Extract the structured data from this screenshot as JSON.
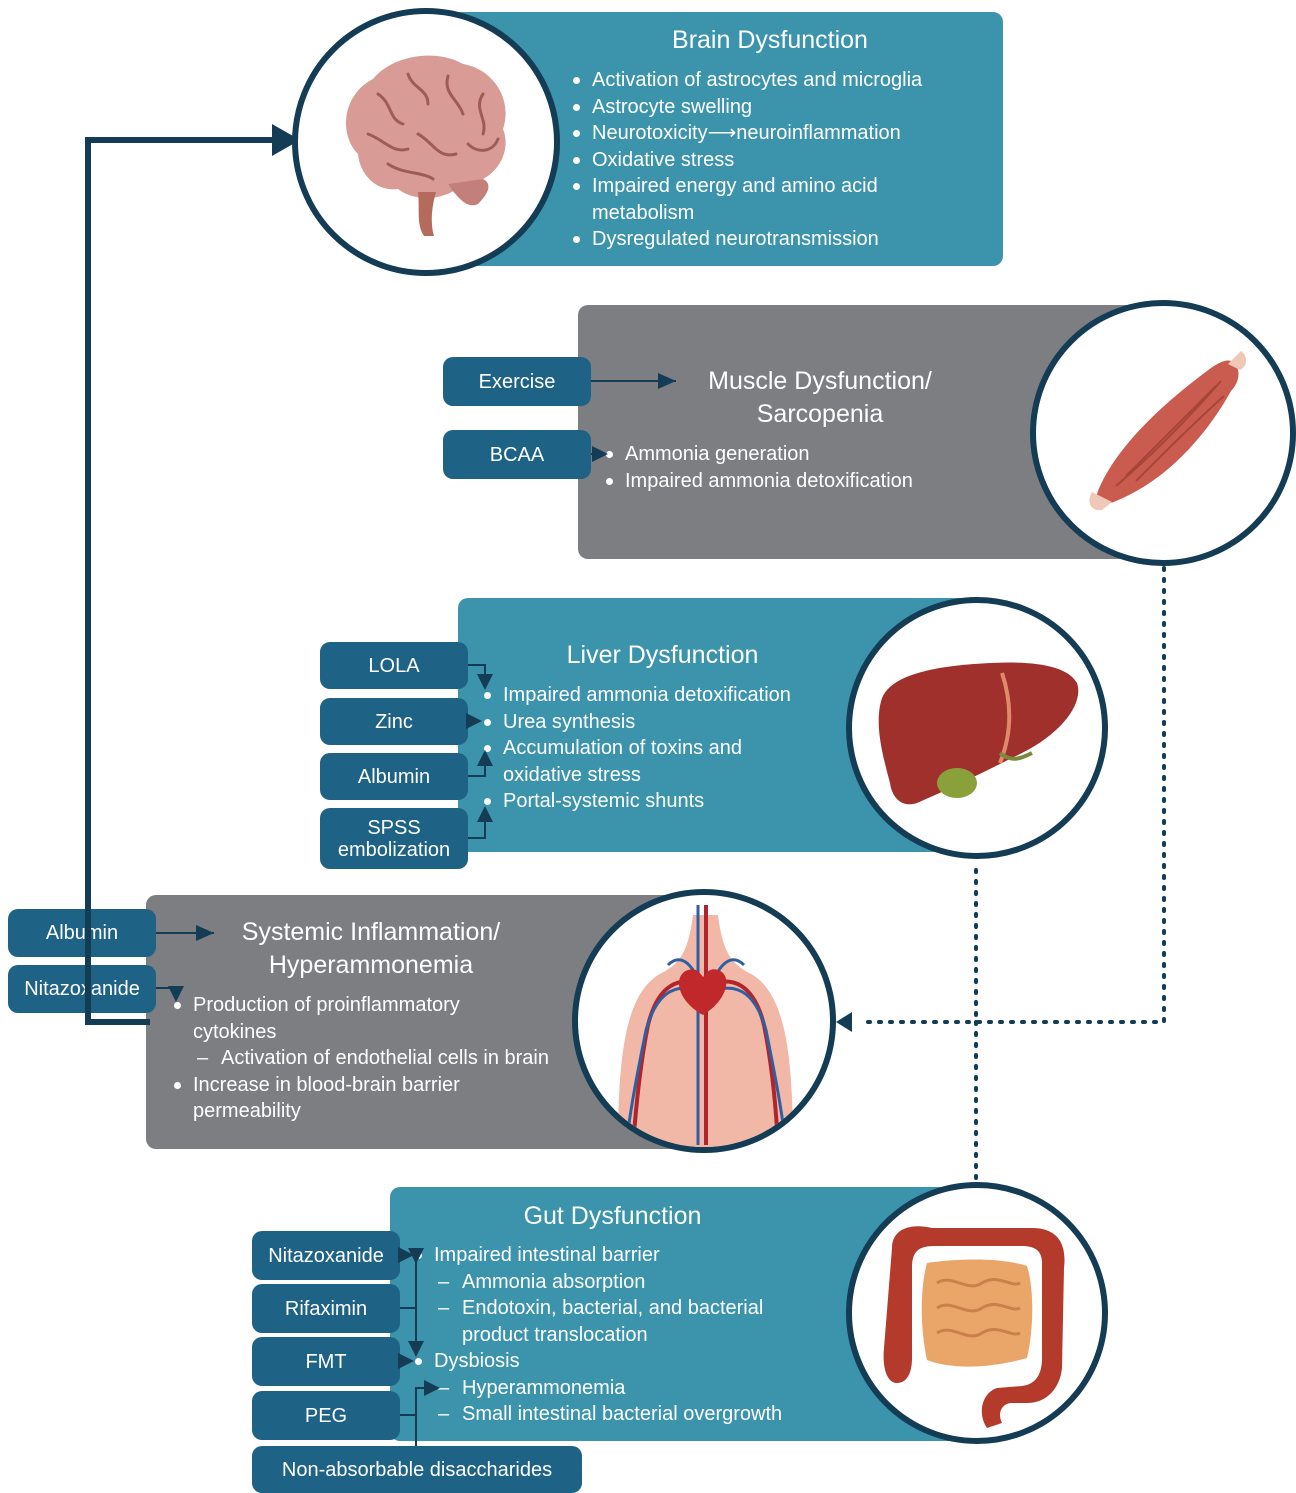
{
  "brain": {
    "title": "Brain Dysfunction",
    "items": [
      {
        "text": "Activation of astrocytes and microglia",
        "kind": "bullet"
      },
      {
        "text": "Astrocyte swelling",
        "kind": "bullet"
      },
      {
        "text": "Neurotoxicity⟶neuroinflammation",
        "kind": "bullet"
      },
      {
        "text": "Oxidative stress",
        "kind": "bullet"
      },
      {
        "text": "Impaired energy and amino acid",
        "kind": "bullet"
      },
      {
        "text": "metabolism",
        "kind": "cont"
      },
      {
        "text": "Dysregulated neurotransmission",
        "kind": "bullet"
      }
    ]
  },
  "muscle": {
    "title": "Muscle Dysfunction/ Sarcopenia",
    "items": [
      {
        "text": "Ammonia generation",
        "kind": "bullet"
      },
      {
        "text": "Impaired ammonia detoxification",
        "kind": "bullet"
      }
    ],
    "treatments": [
      "Exercise",
      "BCAA"
    ]
  },
  "liver": {
    "title": "Liver Dysfunction",
    "items": [
      {
        "text": "Impaired ammonia detoxification",
        "kind": "bullet"
      },
      {
        "text": "Urea synthesis",
        "kind": "bullet"
      },
      {
        "text": "Accumulation of toxins and",
        "kind": "bullet"
      },
      {
        "text": "oxidative stress",
        "kind": "cont"
      },
      {
        "text": "Portal-systemic shunts",
        "kind": "bullet"
      }
    ],
    "treatments": [
      "LOLA",
      "Zinc",
      "Albumin",
      "SPSS embolization"
    ]
  },
  "systemic": {
    "title": "Systemic Inflammation/ Hyperammonemia",
    "items": [
      {
        "text": "Production of proinflammatory",
        "kind": "bullet"
      },
      {
        "text": "cytokines",
        "kind": "cont"
      },
      {
        "text": "Activation of endothelial cells in brain",
        "kind": "sub"
      },
      {
        "text": "Increase in blood-brain barrier",
        "kind": "bullet"
      },
      {
        "text": "permeability",
        "kind": "cont"
      }
    ],
    "treatments": [
      "Albumin",
      "Nitazoxanide"
    ]
  },
  "gut": {
    "title": "Gut Dysfunction",
    "items": [
      {
        "text": "Impaired intestinal barrier",
        "kind": "bullet"
      },
      {
        "text": "Ammonia absorption",
        "kind": "sub"
      },
      {
        "text": "Endotoxin, bacterial, and bacterial",
        "kind": "sub"
      },
      {
        "text": "product translocation",
        "kind": "subcont"
      },
      {
        "text": "Dysbiosis",
        "kind": "bullet"
      },
      {
        "text": "Hyperammonemia",
        "kind": "sub"
      },
      {
        "text": "Small intestinal bacterial overgrowth",
        "kind": "sub"
      }
    ],
    "treatments": [
      "Nitazoxanide",
      "Rifaximin",
      "FMT",
      "PEG",
      "Non-absorbable disaccharides"
    ]
  },
  "colors": {
    "teal_panel": "#3c93ac",
    "gray_panel": "#7d7e82",
    "treatment_box": "#1e6386",
    "arrow": "#143c55"
  },
  "icons": [
    "brain-icon",
    "muscle-icon",
    "liver-icon",
    "circulatory-system-icon",
    "intestines-icon"
  ]
}
